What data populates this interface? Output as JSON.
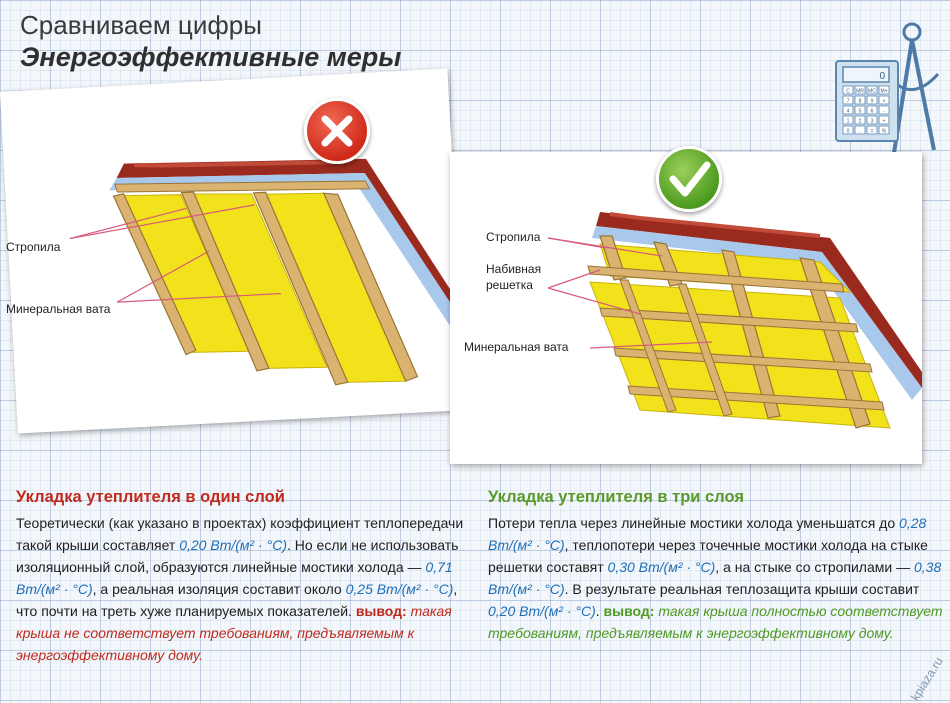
{
  "header": {
    "line1": "Сравниваем цифры",
    "line2": "Энергоэффективные меры"
  },
  "left_panel": {
    "labels": {
      "rafters": "Стропила",
      "wool": "Минеральная вата"
    }
  },
  "right_panel": {
    "labels": {
      "rafters": "Стропила",
      "batten_1": "Набивная",
      "batten_2": "решетка",
      "wool": "Минеральная вата"
    }
  },
  "calculator": {
    "screen": "0",
    "keys": [
      "C",
      "MR",
      "MC",
      "M+",
      "7",
      "8",
      "9",
      "×",
      "4",
      "5",
      "6",
      "-",
      "1",
      "2",
      "3",
      "+",
      "0",
      ".",
      "=",
      "%"
    ]
  },
  "left_section": {
    "title": "Укладка утеплителя в один слой",
    "t1": "Теоретически (как указано в проектах) коэффициент теплопере­дачи такой крыши составляет ",
    "v1": "0,20 Вт/(м² · °С)",
    "t2": ". Но если не ис­пользовать изоляционный слой, образуются линейные мостики холода — ",
    "v2": "0,71 Вт/(м² · °С)",
    "t3": ", а реальная изоляция составит око­ло ",
    "v3": "0,25 Вт/(м² · °С)",
    "t4": ", что почти на треть хуже планируемых пока­зателей. ",
    "conclusion_label": "вывод:",
    "conclusion_text": " такая крыша не соответствует требованиям, предъявляемым к энергоэффективному дому."
  },
  "right_section": {
    "title": "Укладка утеплителя в три слоя",
    "t1": "Потери тепла через линейные мостики холода уменьшатся до ",
    "v1": "0,28 Вт/(м² · °С)",
    "t2": ", теплопотери через точечные мостики хо­лода на стыке решетки составят ",
    "v2": "0,30 Вт/(м² · °С)",
    "t3": ", а на стыке со стропилами — ",
    "v3": "0,38 Вт/(м² · °С)",
    "t4": ". В результате реальная тепло­защита крыши составит ",
    "v4": "0,20 Вт/(м² · °С)",
    "t5": ". ",
    "conclusion_label": "вывод:",
    "conclusion_text": " такая крыша полностью соответствует требованиям, предъявляемым к энер­гоэффективному дому."
  },
  "watermark": "kpiaza.ru",
  "colors": {
    "red": "#c02a1c",
    "green": "#5a9a2a",
    "value_blue": "#1f6fb8",
    "wool_yellow": "#f2e21b",
    "timber": "#d9b36f",
    "membrane_blue": "#a8c8ec",
    "roof_tile": "#9b2a1e"
  },
  "icons": {
    "wrong": "cross-icon",
    "right": "check-icon",
    "calc": "calculator-icon",
    "tool": "compass-icon"
  }
}
